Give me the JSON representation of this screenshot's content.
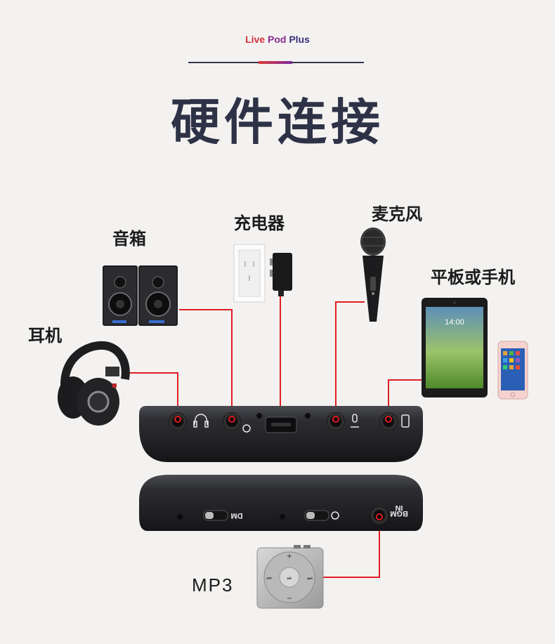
{
  "header": {
    "brand_word1": "Live",
    "brand_word2": "Pod",
    "brand_word3": "Plus",
    "title": "硬件连接"
  },
  "labels": {
    "speakers": "音箱",
    "charger": "充电器",
    "microphone": "麦克风",
    "tablet_phone": "平板或手机",
    "headphones": "耳机",
    "mp3": "MP3"
  },
  "device": {
    "tablet_time": "14:00",
    "switch_dm": "DM",
    "port_bgm_line1": "BGM",
    "port_bgm_line2": "IN"
  },
  "colors": {
    "cable": "#e21d24",
    "title": "#2e3246",
    "device_body": "#2a2b2e"
  }
}
